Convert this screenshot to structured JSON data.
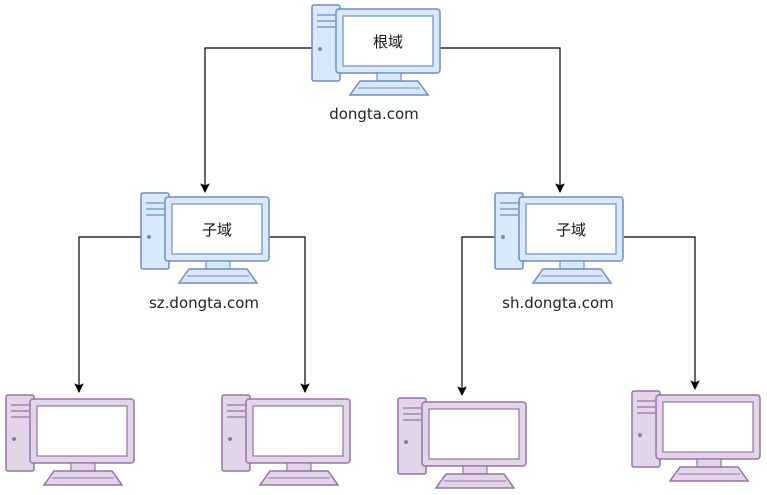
{
  "colors": {
    "domain_fill": "#dae8fc",
    "domain_stroke": "#6c8ebf",
    "client_fill": "#e1d5e7",
    "client_stroke": "#9673a6",
    "edge": "#000000"
  },
  "nodes": {
    "root": {
      "screen_text": "根域",
      "label": "dongta.com",
      "icon": "computer-icon"
    },
    "sz": {
      "screen_text": "子域",
      "label": "sz.dongta.com",
      "icon": "computer-icon"
    },
    "sh": {
      "screen_text": "子域",
      "label": "sh.dongta.com",
      "icon": "computer-icon"
    },
    "client_1": {
      "icon": "computer-icon"
    },
    "client_2": {
      "icon": "computer-icon"
    },
    "client_3": {
      "icon": "computer-icon"
    },
    "client_4": {
      "icon": "computer-icon"
    }
  }
}
